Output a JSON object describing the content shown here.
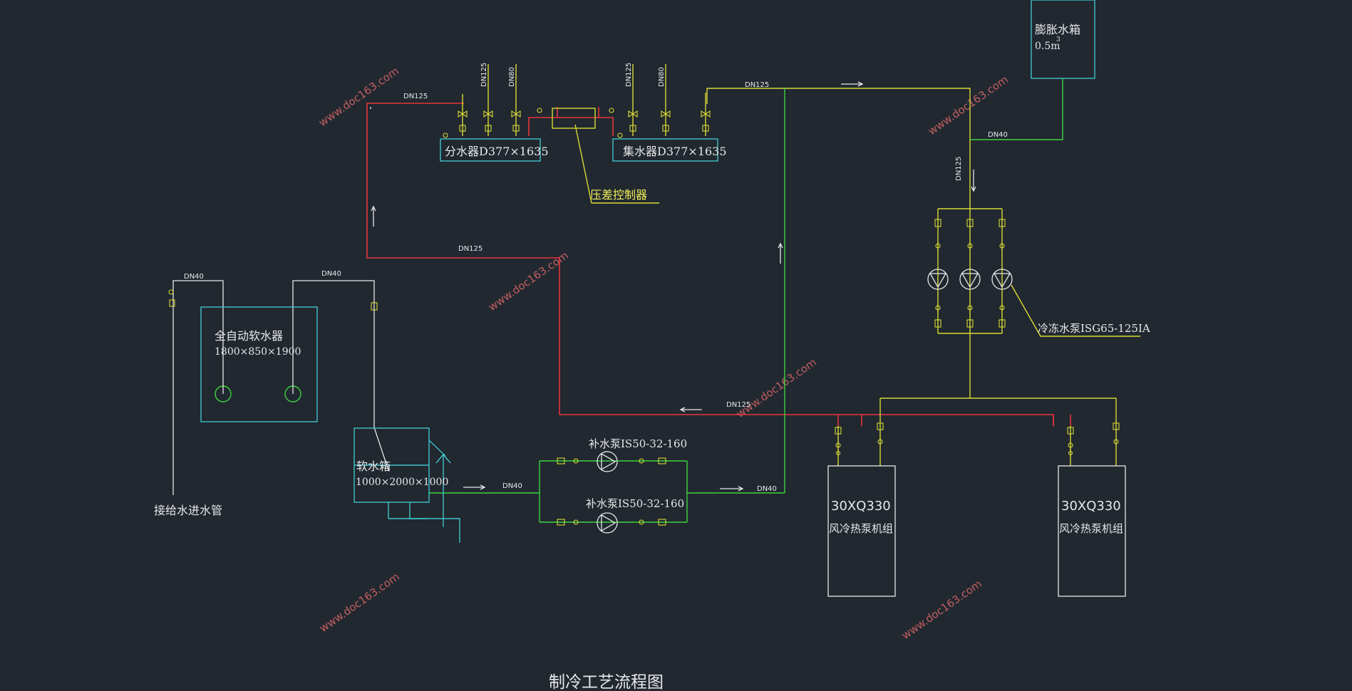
{
  "title": "制冷工艺流程图",
  "colors": {
    "background": "#212830",
    "supply_pipe": "#e8343c",
    "return_pipe": "#d9d936",
    "makeup_pipe": "#3ed43e",
    "equipment_outline": "#3fc3c9",
    "white": "#e8e8e8",
    "watermark": "#e06a6a",
    "label_yellow": "#f2ef5a"
  },
  "watermark_text": "www.doc163.com",
  "equipment": {
    "distributor": "分水器D377×1635",
    "collector": "集水器D377×1635",
    "pressure_controller": "压差控制器",
    "expansion_tank_name": "膨胀水箱",
    "expansion_tank_volume": "0.5m",
    "expansion_tank_sup": "3",
    "softener_name": "全自动软水器",
    "softener_size": "1800×850×1900",
    "soft_tank_name": "软水箱",
    "soft_tank_size": "1000×2000×1000",
    "water_inlet": "接给水进水管",
    "makeup_pump_1": "补水泵IS50-32-160",
    "makeup_pump_2": "补水泵IS50-32-160",
    "chilled_pump": "冷冻水泵ISG65-125IA",
    "unit_1_model": "30XQ330",
    "unit_1_name": "风冷热泵机组",
    "unit_2_model": "30XQ330",
    "unit_2_name": "风冷热泵机组"
  },
  "pipe_labels": {
    "supply_top": "DN125",
    "supply_mid": "DN125",
    "return_bottom": "DN125",
    "return_top": "DN125",
    "expansion_dn": "DN40",
    "riser_dn": "DN125",
    "softener_in": "DN40",
    "softener_out": "DN40",
    "makeup_in": "DN40",
    "makeup_out": "DN40",
    "branch_1": "DN125",
    "branch_2": "DN80",
    "branch_3": "DN125",
    "branch_4": "DN80"
  }
}
